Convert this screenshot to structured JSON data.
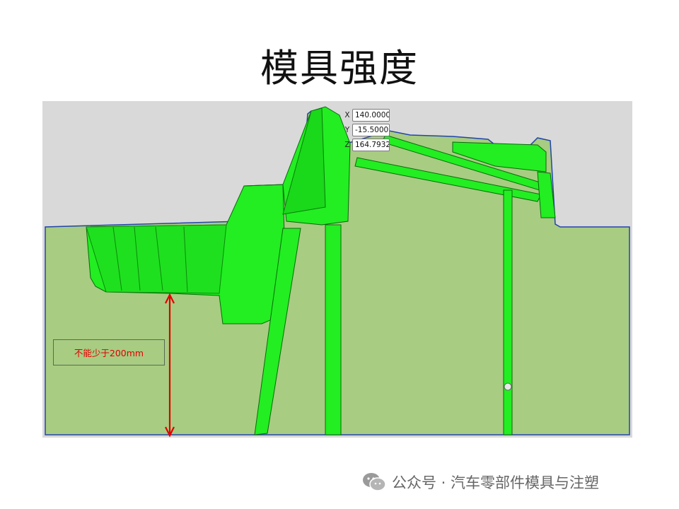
{
  "slide": {
    "title": "模具强度"
  },
  "coordinates": {
    "x_label": "X",
    "x_value": "140.0000",
    "y_label": "Y",
    "y_value": "-15.5000",
    "z_label": "Z",
    "z_value": "164.7932"
  },
  "annotation": {
    "text": "不能少于200mm"
  },
  "watermark": {
    "text": "公众号 · 汽车零部件模具与注塑",
    "icon": "wechat-icon"
  },
  "colors": {
    "mold_base": "#a8cc82",
    "part_green": "#22ee22",
    "outline_blue": "#2244aa",
    "background_gray": "#d9d9d9",
    "annotation_red": "#e00000"
  }
}
